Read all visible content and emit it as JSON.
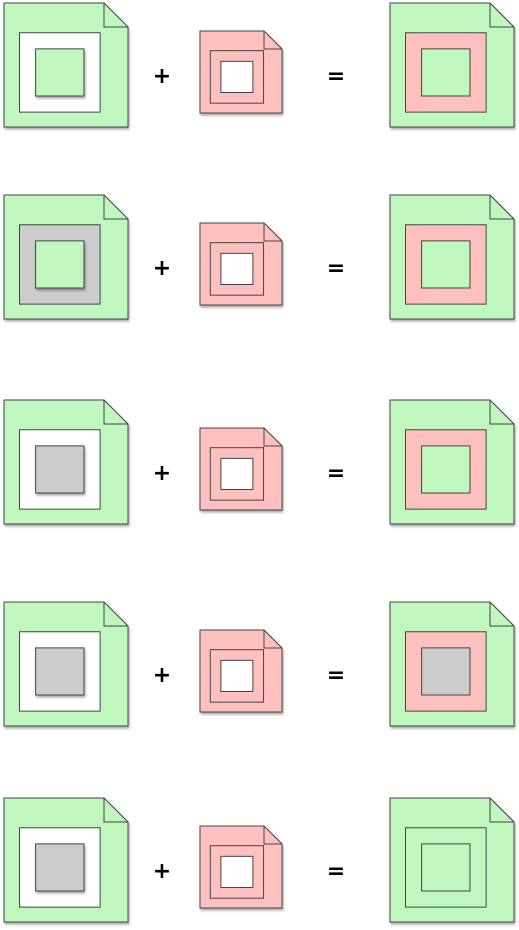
{
  "colors": {
    "green": "#bff7bf",
    "pink": "#ffc0c0",
    "gray": "#cccccc",
    "white": "#ffffff",
    "stroke": "#444444"
  },
  "rows": [
    {
      "left": {
        "frame": "white",
        "content": "green"
      },
      "patch": {
        "frame": "pink",
        "content": "white"
      },
      "result": {
        "frame": "pink",
        "content": "green"
      },
      "plus": "+",
      "equals": "="
    },
    {
      "left": {
        "frame": "gray",
        "content": "green"
      },
      "patch": {
        "frame": "pink",
        "content": "white"
      },
      "result": {
        "frame": "pink",
        "content": "green"
      },
      "plus": "+",
      "equals": "="
    },
    {
      "left": {
        "frame": "white",
        "content": "gray"
      },
      "patch": {
        "frame": "pink",
        "content": "white"
      },
      "result": {
        "frame": "pink",
        "content": "green"
      },
      "plus": "+",
      "equals": "="
    },
    {
      "left": {
        "frame": "white",
        "content": "gray"
      },
      "patch": {
        "frame": "pink",
        "content": "white"
      },
      "result": {
        "frame": "pink",
        "content": "gray"
      },
      "plus": "+",
      "equals": "="
    },
    {
      "left": {
        "frame": "white",
        "content": "gray"
      },
      "patch": {
        "frame": "pink",
        "content": "white"
      },
      "result": {
        "frame": "green",
        "content": "green"
      },
      "plus": "+",
      "equals": "="
    }
  ]
}
